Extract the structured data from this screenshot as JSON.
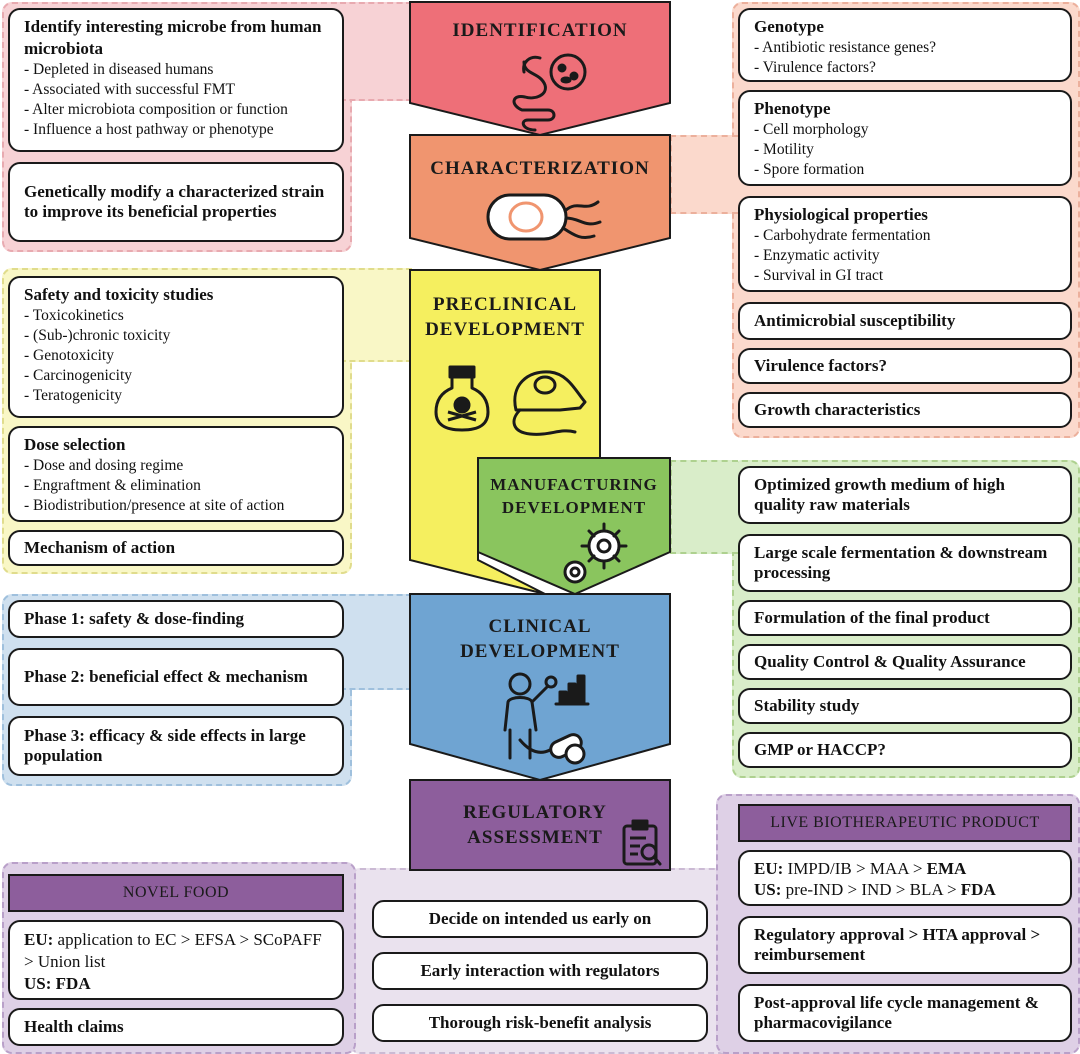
{
  "stages": {
    "identification": "IDENTIFICATION",
    "characterization": "CHARACTERIZATION",
    "preclinical": [
      "PRECLINICAL",
      "DEVELOPMENT"
    ],
    "manufacturing": [
      "MANUFACTURING",
      "DEVELOPMENT"
    ],
    "clinical": [
      "CLINICAL",
      "DEVELOPMENT"
    ],
    "regulatory": [
      "REGULATORY",
      "ASSESSMENT"
    ]
  },
  "left_boxes": {
    "identify": {
      "title": "Identify interesting microbe from human microbiota",
      "items": [
        "- Depleted in diseased humans",
        "- Associated with successful FMT",
        "- Alter microbiota composition or function",
        "- Influence a host pathway or phenotype"
      ]
    },
    "modify": "Genetically modify a characterized strain to improve its beneficial properties",
    "safety": {
      "title": "Safety and toxicity studies",
      "items": [
        "- Toxicokinetics",
        "- (Sub-)chronic toxicity",
        "- Genotoxicity",
        "- Carcinogenicity",
        "- Teratogenicity"
      ]
    },
    "dose": {
      "title": "Dose selection",
      "items": [
        "- Dose and dosing regime",
        "- Engraftment & elimination",
        "- Biodistribution/presence at site of action"
      ]
    },
    "moa": "Mechanism of action",
    "phase1": "Phase 1: safety & dose-finding",
    "phase2": "Phase 2: beneficial effect & mechanism",
    "phase3": "Phase 3: efficacy & side effects in large population"
  },
  "right_boxes": {
    "genotype": {
      "title": "Genotype",
      "items": [
        "- Antibiotic resistance genes?",
        "- Virulence factors?"
      ]
    },
    "phenotype": {
      "title": "Phenotype",
      "items": [
        "- Cell morphology",
        "- Motility",
        "- Spore formation"
      ]
    },
    "physio": {
      "title": "Physiological properties",
      "items": [
        "- Carbohydrate fermentation",
        "- Enzymatic activity",
        "- Survival in GI tract"
      ]
    },
    "antimicrobial": "Antimicrobial susceptibility",
    "virulence": "Virulence factors?",
    "growth": "Growth characteristics",
    "medium": "Optimized growth medium of high quality raw materials",
    "fermentation": "Large scale fermentation & downstream processing",
    "formulation": "Formulation of the final product",
    "qcqa": "Quality Control & Quality Assurance",
    "stability": "Stability study",
    "gmp": "GMP or HACCP?"
  },
  "novel_food": {
    "header": "NOVEL FOOD",
    "eu_label": "EU:",
    "eu_text": " application to EC > EFSA > SCoPAFF > Union list",
    "us_label": "US:",
    "us_text": " FDA",
    "health": "Health claims"
  },
  "center_boxes": [
    "Decide on intended us early on",
    "Early interaction with regulators",
    "Thorough risk-benefit analysis"
  ],
  "lbp": {
    "header": "LIVE BIOTHERAPEUTIC PRODUCT",
    "eu_label": "EU:",
    "eu_text": " IMPD/IB > MAA > ",
    "eu_bold": "EMA",
    "us_label": "US:",
    "us_text": " pre-IND > IND > BLA > ",
    "us_bold": "FDA",
    "approval": "Regulatory approval > HTA approval > reimbursement",
    "post": "Post-approval life cycle management & pharmacovigilance"
  },
  "colors": {
    "identification": "#ee6f78",
    "characterization": "#f0956f",
    "preclinical": "#f5ef5f",
    "manufacturing": "#8ac55e",
    "clinical": "#6fa4d2",
    "regulatory": "#8d5e9c"
  },
  "icons": [
    "gut-microbe-icon",
    "bacterium-icon",
    "poison-bottle-icon",
    "mouse-icon",
    "gears-icon",
    "patient-chart-icon",
    "pills-icon",
    "clipboard-search-icon"
  ]
}
